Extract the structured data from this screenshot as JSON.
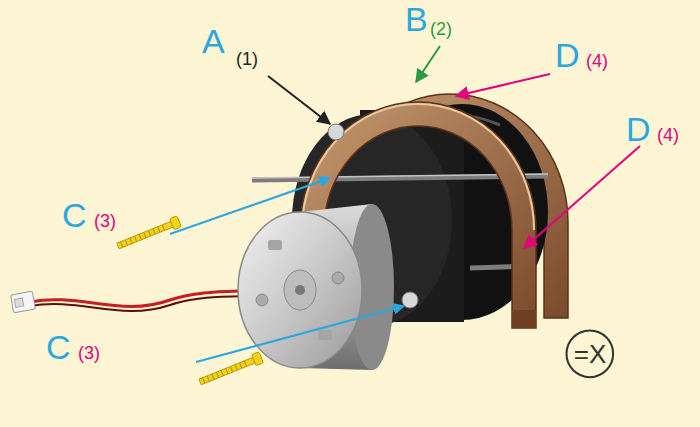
{
  "diagram": {
    "nodes": [
      {
        "text": [
          "=X"
        ]
      }
    ],
    "labels": [
      "A",
      "(1)",
      "B",
      "(2)",
      "D",
      "(4)",
      "D",
      "(4)",
      "C",
      "(3)",
      "C",
      "(3)"
    ]
  }
}
